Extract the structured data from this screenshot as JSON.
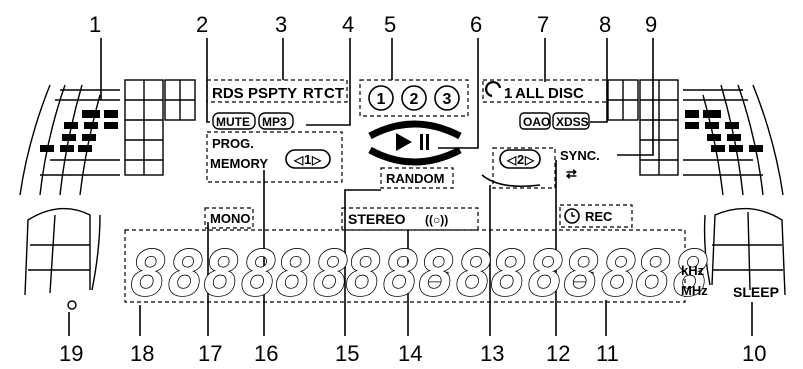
{
  "callouts": [
    "1",
    "2",
    "3",
    "4",
    "5",
    "6",
    "7",
    "8",
    "9",
    "10",
    "11",
    "12",
    "13",
    "14",
    "15",
    "16",
    "17",
    "18",
    "19"
  ],
  "indicators": {
    "rds": "RDS",
    "ps": "PS",
    "pty": "PTY",
    "rt": "RT",
    "ct": "CT",
    "mute": "MUTE",
    "mp3": "MP3",
    "disc1": "1",
    "disc2": "2",
    "disc3": "3",
    "timer_one": "1",
    "all_disc": "ALL DISC",
    "oao": "OAO",
    "xdss": "XDSS",
    "prog": "PROG.",
    "memory": "MEMORY",
    "one_tag": "1",
    "two_tag": "2",
    "sync": "SYNC.",
    "random": "RANDOM",
    "mono": "MONO",
    "stereo": "STEREO",
    "rec": "REC",
    "khz": "kHz",
    "mhz": "MHz",
    "sleep": "SLEEP"
  },
  "digits": [
    "88",
    "88",
    "88",
    "88-",
    "88",
    "88-",
    "88",
    "88"
  ]
}
